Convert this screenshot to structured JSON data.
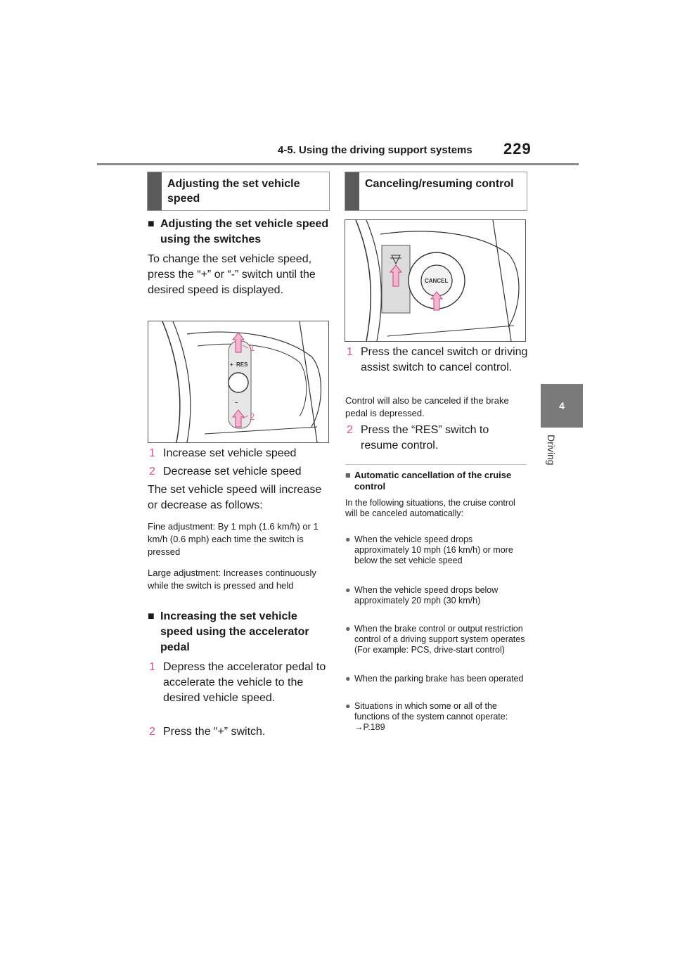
{
  "header": {
    "section_title": "4-5. Using the driving support systems",
    "page_number": "229"
  },
  "side_tab": {
    "number": "4",
    "label": "Driving"
  },
  "left": {
    "section_title": "Adjusting the set vehicle speed",
    "sub1": {
      "marker": "■",
      "title": "Adjusting the set vehicle speed using the switches"
    },
    "para1": "To change the set vehicle speed, press the “+” or “-” switch until the desired speed is displayed.",
    "figure1": {
      "label_1": "1",
      "label_2": "2",
      "plus": "+",
      "res": "RES",
      "minus": "–"
    },
    "steps1": [
      {
        "num": "1",
        "text": "Increase set vehicle speed"
      },
      {
        "num": "2",
        "text": "Decrease set vehicle speed"
      }
    ],
    "para2": "The set vehicle speed will increase or decrease as follows:",
    "fine": "Fine adjustment: By 1 mph (1.6 km/h) or 1 km/h (0.6 mph) each time the switch is pressed",
    "large": "Large adjustment: Increases continuously while the switch is pressed and held",
    "sub2": {
      "marker": "■",
      "title": "Increasing the set vehicle speed using the accelerator pedal"
    },
    "steps2": [
      {
        "num": "1",
        "text": "Depress the accelerator pedal to accelerate the vehicle to the desired vehicle speed."
      },
      {
        "num": "2",
        "text": "Press the “+” switch."
      }
    ]
  },
  "right": {
    "section_title": "Canceling/resuming control",
    "figure2": {
      "cancel": "CANCEL"
    },
    "step1": {
      "num": "1",
      "text": "Press the cancel switch or driving assist switch to cancel control."
    },
    "note1": "Control will also be canceled if the brake pedal is depressed.",
    "step2": {
      "num": "2",
      "text": "Press the “RES” switch to resume control."
    },
    "auto": {
      "marker": "■",
      "title": "Automatic cancellation of the cruise control",
      "intro": "In the following situations, the cruise control will be canceled automatically:",
      "bullets": [
        "When the vehicle speed drops approximately 10 mph (16 km/h) or more below the set vehicle speed",
        "When the vehicle speed drops below approximately 20 mph (30 km/h)",
        "When the brake control or output restriction control of a driving support system operates (For example: PCS, drive-start control)",
        "When the parking brake has been operated",
        "Situations in which some or all of the functions of the system cannot operate: →P.189"
      ],
      "bullet_marker": "●"
    }
  }
}
